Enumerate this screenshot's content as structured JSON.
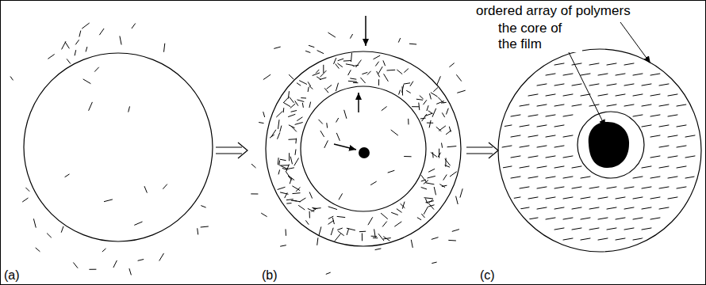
{
  "diagram": {
    "labels": [
      "ordered array of polymers",
      "the core of the film",
      "(a)",
      "(b)",
      "(c)"
    ]
  }
}
